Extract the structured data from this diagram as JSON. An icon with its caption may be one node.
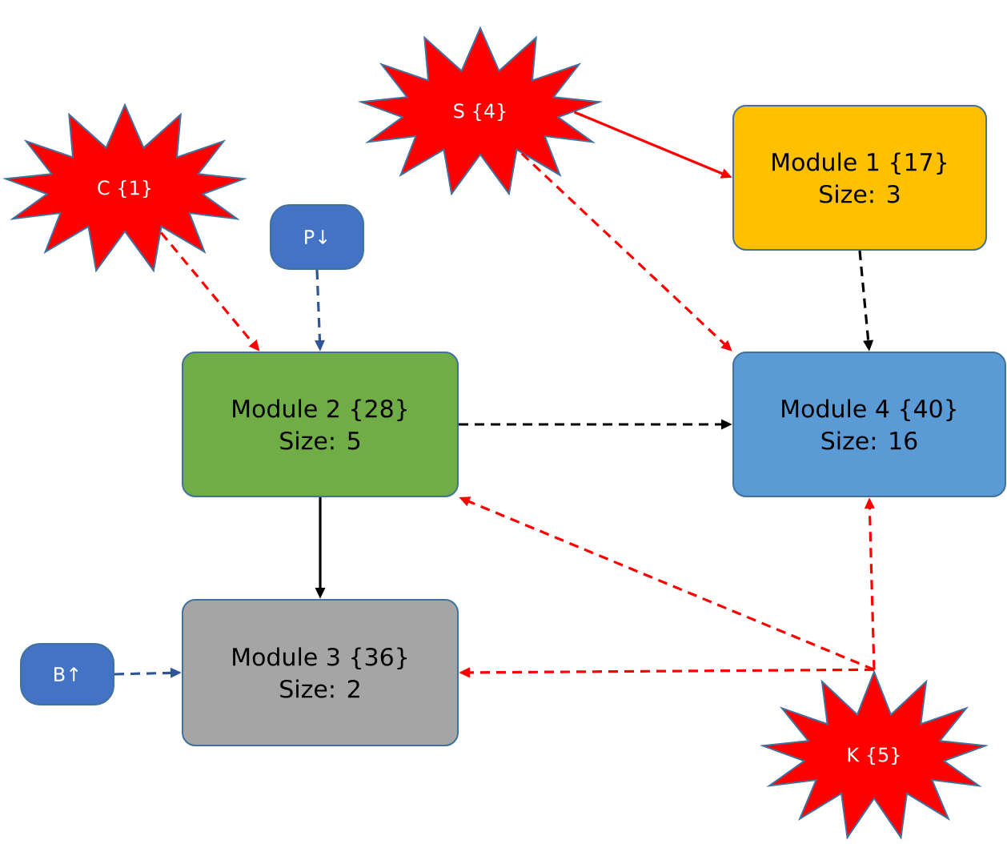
{
  "diagram": {
    "nodes": [
      {
        "text": [
          "S {4}"
        ]
      },
      {
        "text": [
          "Module 1 {17}",
          "Size: 3"
        ]
      },
      {
        "text": [
          "C {1}"
        ]
      },
      {
        "text": [
          "P↓"
        ]
      },
      {
        "text": [
          "Module 2 {28}",
          "Size: 5"
        ]
      },
      {
        "text": [
          "Module 4 {40}",
          "Size: 16"
        ]
      },
      {
        "text": [
          "B↑"
        ]
      },
      {
        "text": [
          "Module 3 {36}",
          "Size: 2"
        ]
      },
      {
        "text": [
          "K {5}"
        ]
      }
    ],
    "edges": [
      {
        "from": 0,
        "to": 1,
        "arrow": "to",
        "color": "#ff0000"
      },
      {
        "from": 0,
        "to": 5,
        "arrow": "to",
        "style": "dashed",
        "color": "#ff0000"
      },
      {
        "from": 2,
        "to": 4,
        "arrow": "to",
        "style": "dashed",
        "color": "#ff0000"
      },
      {
        "from": 3,
        "to": 4,
        "arrow": "to",
        "style": "dashed",
        "color": "#2f5597"
      },
      {
        "from": 1,
        "to": 5,
        "arrow": "to",
        "style": "dashed",
        "color": "#000000"
      },
      {
        "from": 4,
        "to": 5,
        "arrow": "to",
        "style": "dashed",
        "color": "#000000"
      },
      {
        "from": 4,
        "to": 7,
        "arrow": "to",
        "color": "#000000"
      },
      {
        "from": 6,
        "to": 7,
        "arrow": "to",
        "style": "dashed",
        "color": "#2f5597"
      },
      {
        "from": 8,
        "to": 4,
        "arrow": "to",
        "style": "dashed",
        "color": "#ff0000"
      },
      {
        "from": 8,
        "to": 5,
        "arrow": "to",
        "style": "dashed",
        "color": "#ff0000"
      },
      {
        "from": 8,
        "to": 7,
        "arrow": "to",
        "style": "dashed",
        "color": "#ff0000"
      }
    ]
  }
}
